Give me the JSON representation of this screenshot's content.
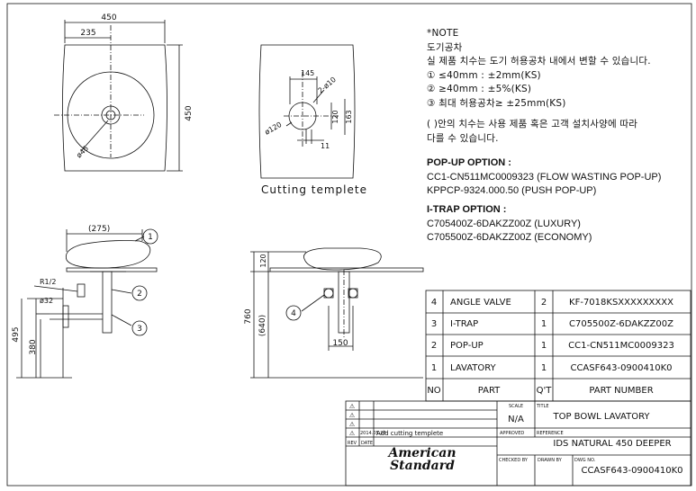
{
  "note": {
    "header": "*NOTE",
    "lines": [
      "도기공차",
      "실 제품 치수는 도기 허용공차 내에서 변할 수 있습니다.",
      "① ≤40mm  :  ±2mm(KS)",
      "② ≥40mm  :  ±5%(KS)",
      "③ 최대 허용공차≥ ±25mm(KS)",
      "( )안의 치수는 사용 제품 혹은 고객 설치사양에 따라",
      "다를 수 있습니다."
    ]
  },
  "popup_option": {
    "heading": "POP-UP OPTION :",
    "items": [
      "CC1-CN511MC0009323 (FLOW WASTING POP-UP)",
      "KPPCP-9324.000.50 (PUSH POP-UP)"
    ]
  },
  "itrap_option": {
    "heading": "I-TRAP OPTION :",
    "items": [
      "C705400Z-6DAKZZ00Z (LUXURY)",
      "C705500Z-6DAKZZ00Z (ECONOMY)"
    ]
  },
  "cutting_label": "Cutting templete",
  "dims": {
    "top_width": "450",
    "top_offset": "235",
    "top_height": "450",
    "top_hole": "ø46",
    "cut_145": "145",
    "cut_hole": "2-ø10",
    "cut_dia": "ø120",
    "cut_120": "120",
    "cut_163": "163",
    "cut_11": "11",
    "side_275": "(275)",
    "side_r12": "R1/2",
    "side_32": "ø32",
    "side_495": "495",
    "side_380": "380",
    "front_120": "120",
    "front_760": "760",
    "front_640": "(640)",
    "front_150": "150"
  },
  "callouts": [
    "1",
    "2",
    "3",
    "4"
  ],
  "parts_table": {
    "rows": [
      {
        "no": "4",
        "part": "ANGLE VALVE",
        "qty": "2",
        "number": "KF-7018KSXXXXXXXXX"
      },
      {
        "no": "3",
        "part": "I-TRAP",
        "qty": "1",
        "number": "C705500Z-6DAKZZ00Z"
      },
      {
        "no": "2",
        "part": "POP-UP",
        "qty": "1",
        "number": "CC1-CN511MC0009323"
      },
      {
        "no": "1",
        "part": "LAVATORY",
        "qty": "1",
        "number": "CCASF643-0900410K0"
      }
    ],
    "header": {
      "no": "NO",
      "part": "PART",
      "qty": "Q'T",
      "number": "PART NUMBER"
    }
  },
  "title_block": {
    "rev_marks": [
      "⚠",
      "⚠",
      "⚠",
      "⚠"
    ],
    "rev_date_small": "2014.05.28",
    "rev_note": "Add cutting templete",
    "rev_label": "REV",
    "date_label": "DATE",
    "scale_label": "SCALE",
    "scale_value": "N/A",
    "title_label": "TITLE",
    "title_value": "TOP BOWL LAVATORY",
    "approved_label": "APPROVED",
    "reference_label": "REFERENCE",
    "reference_value": "IDS NATURAL 450 DEEPER",
    "checked_label": "CHECKED BY",
    "drawn_label": "DRAWN BY",
    "dwg_label": "DWG NO.",
    "dwg_value": "CCASF643-0900410K0",
    "logo_line1": "American",
    "logo_line2": "Standard"
  },
  "colors": {
    "line": "#111111",
    "counter": "#444444",
    "background": "#ffffff"
  }
}
